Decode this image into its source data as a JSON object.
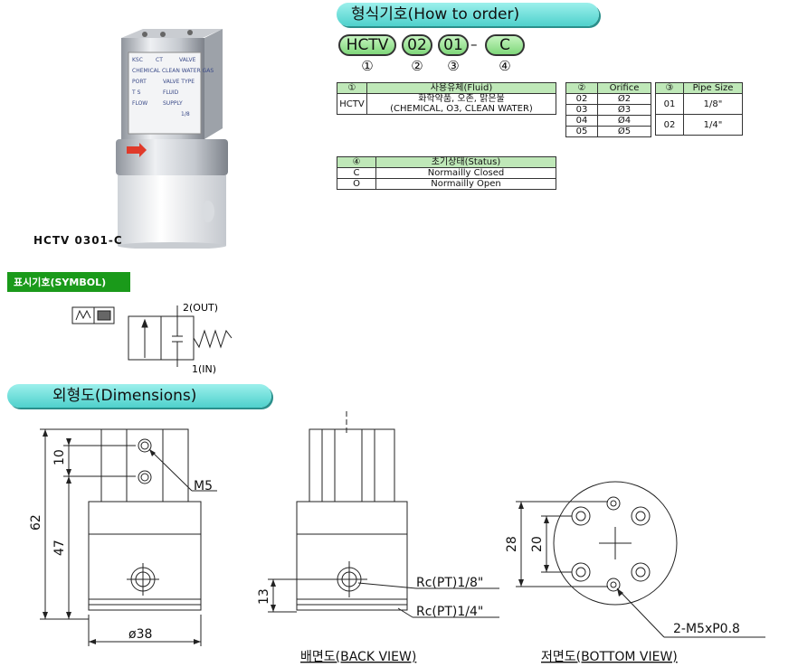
{
  "product": {
    "caption": "HCTV 0301-C",
    "label_text": [
      "KSC",
      "CT",
      "VALVE",
      "CHEMICAL CLEAN WATER GAS",
      "PORT",
      "VALVE TYPE",
      "T S",
      "FLUID",
      "FLOW",
      "SUPPLY",
      "1/8"
    ]
  },
  "order": {
    "title": "형식기호(How to order)",
    "codes": [
      "HCTV",
      "02",
      "01",
      "C"
    ],
    "dash": "–",
    "numbers": [
      "①",
      "②",
      "③",
      "④"
    ],
    "fluid_table": {
      "no": "①",
      "header": "사용유체(Fluid)",
      "code": "HCTV",
      "desc1": "화학약품, 오존, 맑은물",
      "desc2": "(CHEMICAL, O3, CLEAN WATER)"
    },
    "orifice_table": {
      "no": "②",
      "header": "Orifice",
      "rows": [
        [
          "02",
          "Ø2"
        ],
        [
          "03",
          "Ø3"
        ],
        [
          "04",
          "Ø4"
        ],
        [
          "05",
          "Ø5"
        ]
      ]
    },
    "pipe_table": {
      "no": "③",
      "header": "Pipe Size",
      "rows": [
        [
          "01",
          "1/8\""
        ],
        [
          "02",
          "1/4\""
        ]
      ]
    },
    "status_table": {
      "no": "④",
      "header": "초기상태(Status)",
      "rows": [
        [
          "C",
          "Normailly Closed"
        ],
        [
          "O",
          "Normailly Open"
        ]
      ]
    }
  },
  "symbol": {
    "title": "표시기호(SYMBOL)",
    "out_label": "2(OUT)",
    "in_label": "1(IN)"
  },
  "dimensions": {
    "title": "외형도(Dimensions)",
    "front": {
      "d10": "10",
      "d62": "62",
      "d47": "47",
      "m5": "M5",
      "dia": "ø38"
    },
    "back": {
      "d13": "13",
      "rc1": "Rc(PT)1/8\"",
      "rc2": "Rc(PT)1/4\"",
      "caption": "배면도(BACK VIEW)"
    },
    "bottom": {
      "d28": "28",
      "d20": "20",
      "thread": "2-M5xP0.8",
      "caption": "저면도(BOTTOM VIEW)"
    }
  }
}
